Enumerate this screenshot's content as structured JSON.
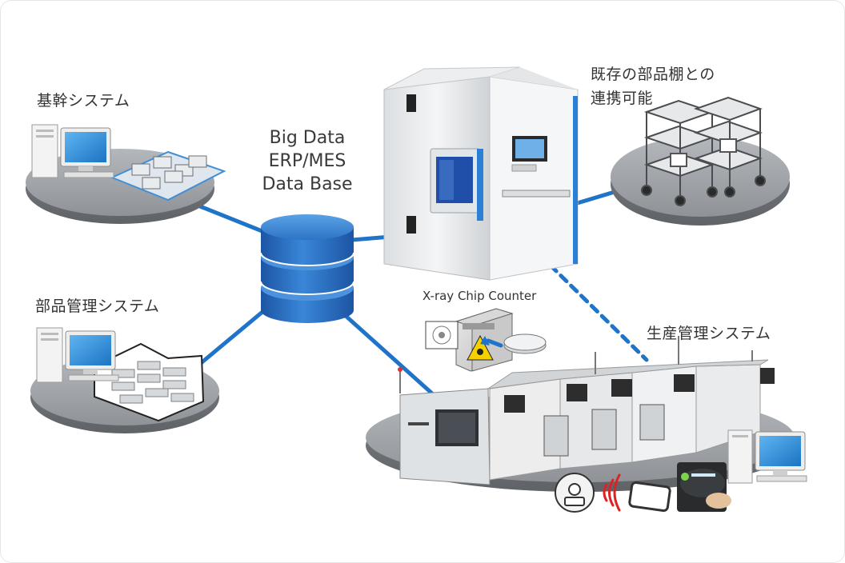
{
  "labels": {
    "core_system": "基幹システム",
    "parts_management": "部品管理システム",
    "database_line1": "Big Data",
    "database_line2": "ERP/MES",
    "database_line3": "Data Base",
    "existing_shelves_line1": "既存の部品棚との",
    "existing_shelves_line2": "連携可能",
    "chip_counter": "X-ray Chip Counter",
    "production_management": "生産管理システム"
  },
  "colors": {
    "link_line": "#1f73c9",
    "platform": "#8e9296",
    "platform_top": "#a3a7ab",
    "screen": "#2f8fd8",
    "db_blue": "#2a6bbf",
    "hazard": "#f4d000"
  },
  "icons": [
    "computer-icon",
    "database-icon",
    "shelf-icon",
    "radiation-icon",
    "rfid-icon",
    "reel-icon"
  ]
}
